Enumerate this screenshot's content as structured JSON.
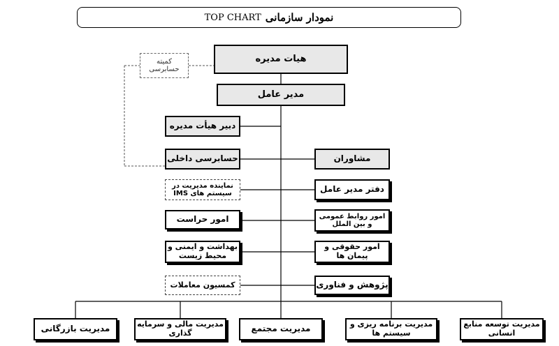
{
  "title": {
    "fa": "نمودار سازمانی",
    "en": "TOP CHART"
  },
  "top": {
    "board": "هیات مدیره",
    "audit_committee": "کمیته حسابرسی",
    "ceo": "مدیر عامل"
  },
  "left": {
    "board_secretary": "دبیر هیأت مدیره",
    "internal_audit": "حسابرسی داخلی",
    "ims_rep": "نماینده مدیریت در سیستم های IMS",
    "security": "امور حراست",
    "hse": "بهداشت و ایمنی و محیط زیست",
    "transactions": "کمسیون معاملات"
  },
  "right": {
    "advisors": "مشاوران",
    "ceo_office": "دفتر مدیر عامل",
    "public_relations": "امور روابط عمومی و بین الملل",
    "legal": "امور حقوقی و پیمان ها",
    "research": "پژوهش و فناوری"
  },
  "bottom": {
    "commercial": "مدیریت بازرگانی",
    "finance": "مدیریت مالی و سرمایه گذاری",
    "complex": "مدیریت مجتمع",
    "planning": "مدیریت برنامه ریزی و سیستم ها",
    "hr": "مدیریت توسعه منابع انسانی"
  }
}
